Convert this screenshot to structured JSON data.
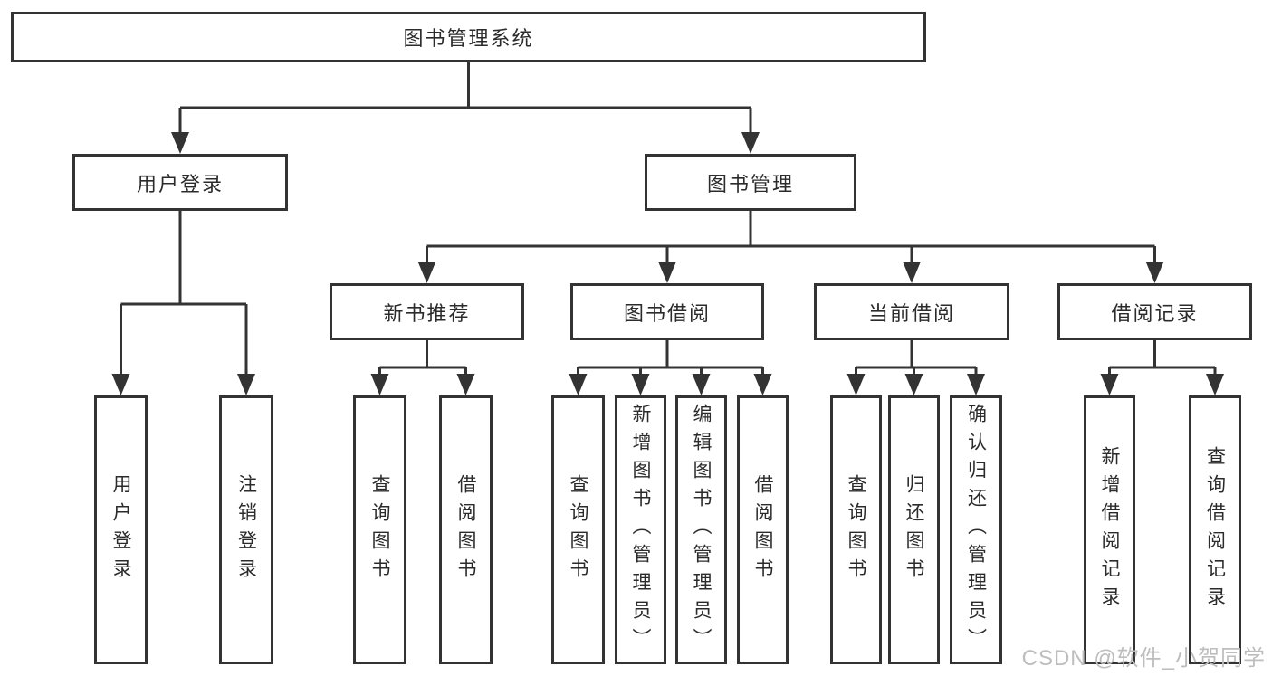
{
  "diagram": {
    "root": {
      "label": "图书管理系统"
    },
    "branches": [
      {
        "label": "用户登录",
        "children": [
          "用户登录",
          "注销登录"
        ]
      },
      {
        "label": "图书管理",
        "sections": [
          {
            "label": "新书推荐",
            "children": [
              "查询图书",
              "借阅图书"
            ]
          },
          {
            "label": "图书借阅",
            "children": [
              "查询图书",
              "新增图书（管理员）",
              "编辑图书（管理员）",
              "借阅图书"
            ]
          },
          {
            "label": "当前借阅",
            "children": [
              "查询图书",
              "归还图书",
              "确认归还（管理员）"
            ]
          },
          {
            "label": "借阅记录",
            "children": [
              "新增借阅记录",
              "查询借阅记录"
            ]
          }
        ]
      }
    ],
    "watermark": "CSDN @软件_小贺同学",
    "colors": {
      "line": "#333333",
      "node_border": "#333333",
      "text": "#2b2b2b",
      "watermark_text": "#bdbdbd",
      "background": "#ffffff"
    }
  }
}
